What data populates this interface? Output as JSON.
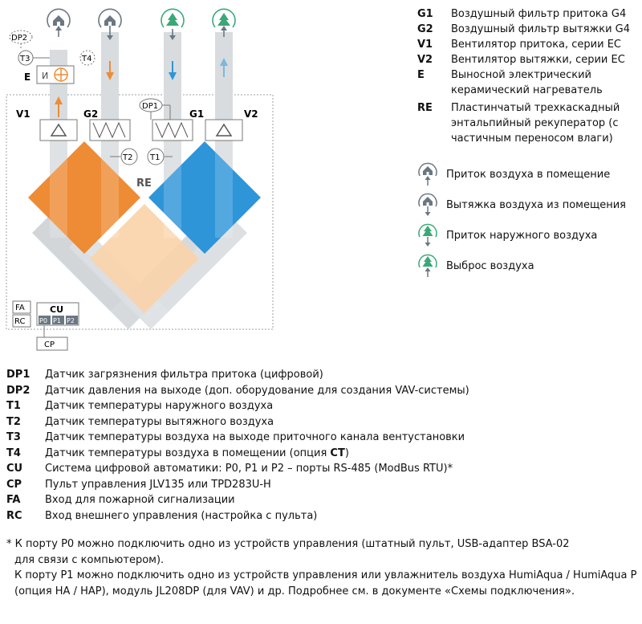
{
  "diagram": {
    "labels": {
      "dp2": "DP2",
      "t3": "T3",
      "t4": "T4",
      "e": "E",
      "heater_glyph": "И",
      "v1": "V1",
      "g2": "G2",
      "dp1": "DP1",
      "g1": "G1",
      "v2": "V2",
      "t2": "T2",
      "t1": "T1",
      "re": "RE",
      "fa": "FA",
      "rc": "RC",
      "cu": "CU",
      "p0": "P0",
      "p1": "P1",
      "p2": "P2",
      "cp": "CP"
    },
    "colors": {
      "supply_orange": "#ee8b35",
      "exhaust_blue": "#2f95d9",
      "pale_orange": "#f9d3a8",
      "duct_gray": "#d8dcdf",
      "icon_green": "#3aa878",
      "icon_gray": "#6b7782"
    },
    "top_icons": [
      "house-outgoing-icon",
      "house-incoming-icon",
      "tree-incoming-icon",
      "tree-outgoing-icon"
    ]
  },
  "legend": [
    {
      "code": "G1",
      "desc": "Воздушный фильтр притока G4"
    },
    {
      "code": "G2",
      "desc": "Воздушный фильтр вытяжки G4"
    },
    {
      "code": "V1",
      "desc": "Вентилятор притока, серии EC"
    },
    {
      "code": "V2",
      "desc": "Вентилятор вытяжки, серии EC"
    },
    {
      "code": "E",
      "desc": "Выносной электрический керамический нагреватель"
    },
    {
      "code": "RE",
      "desc": "Пластинчатый трехкаскадный энтальпийный рекуператор (с частичным переносом влаги)"
    }
  ],
  "icon_legend": [
    {
      "icon": "house-in-icon",
      "label": "Приток воздуха в помещение"
    },
    {
      "icon": "house-out-icon",
      "label": "Вытяжка воздуха из помещения"
    },
    {
      "icon": "tree-in-icon",
      "label": "Приток наружного воздуха"
    },
    {
      "icon": "tree-out-icon",
      "label": "Выброс воздуха"
    }
  ],
  "sensors": [
    {
      "code": "DP1",
      "desc": "Датчик загрязнения фильтра притока (цифровой)"
    },
    {
      "code": "DP2",
      "desc": "Датчик давления на выходе (доп. оборудование для создания VAV-системы)"
    },
    {
      "code": "T1",
      "desc": "Датчик температуры наружного воздуха"
    },
    {
      "code": "T2",
      "desc": "Датчик температуры вытяжного воздуха"
    },
    {
      "code": "T3",
      "desc": "Датчик температуры воздуха на выходе приточного канала вентустановки"
    },
    {
      "code": "T4",
      "desc_pre": "Датчик температуры воздуха в помещении (опция ",
      "desc_bold": "CT",
      "desc_post": ")"
    },
    {
      "code": "CU",
      "desc": "Система цифровой автоматики: P0, P1 и P2 – порты RS-485 (ModBus RTU)*"
    },
    {
      "code": "CP",
      "desc": "Пульт управления JLV135 или TPD283U-H"
    },
    {
      "code": "FA",
      "desc": "Вход для пожарной сигнализации"
    },
    {
      "code": "RC",
      "desc": "Вход внешнего управления (настройка с пульта)"
    }
  ],
  "footnote": {
    "line1": "* К порту P0 можно подключить одно из устройств управления (штатный пульт, USB-адаптер BSA-02",
    "line2": "для связи с компьютером).",
    "line3": "К порту P1 можно подключить одно из устройств управления или увлажнитель воздуха HumiAqua /  HumiAqua P",
    "line4": "(опция HA / HAP), модуль JL208DP (для VAV) и др. Подробнее см. в документе «Схемы подключения»."
  }
}
